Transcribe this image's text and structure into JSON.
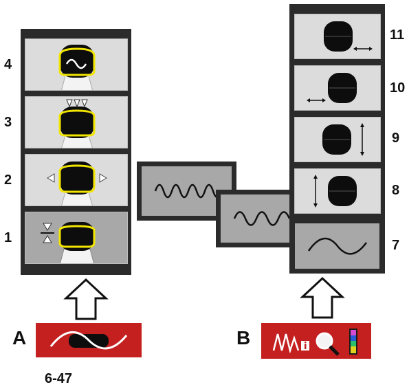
{
  "labels": {
    "group_a": "A",
    "group_b": "B",
    "figure_id": "6-47"
  },
  "left_column": {
    "items": [
      {
        "number": "4",
        "icon": "tire-wave-icon"
      },
      {
        "number": "3",
        "icon": "tire-top-press-icon"
      },
      {
        "number": "2",
        "icon": "tire-side-press-icon"
      },
      {
        "number": "1",
        "icon": "tire-compress-icon"
      }
    ]
  },
  "right_column": {
    "items": [
      {
        "number": "11",
        "icon": "tire-shift-right-icon"
      },
      {
        "number": "10",
        "icon": "tire-shift-left-icon"
      },
      {
        "number": "9",
        "icon": "tire-vertical-right-icon"
      },
      {
        "number": "8",
        "icon": "tire-vertical-left-icon"
      },
      {
        "number": "7",
        "icon": "single-wave-icon"
      }
    ]
  },
  "buttons": {
    "a_icon": "sine-wave-icon",
    "b_icons": [
      "waveform-info-icon",
      "magnifier-icon",
      "spectrum-bar-icon"
    ]
  },
  "colors": {
    "panel_dark": "#2b2b2b",
    "tile_light": "#dcdcdc",
    "tile_active": "#a8a8a8",
    "button_red": "#c42020",
    "highlight_yellow": "#f2e600"
  }
}
